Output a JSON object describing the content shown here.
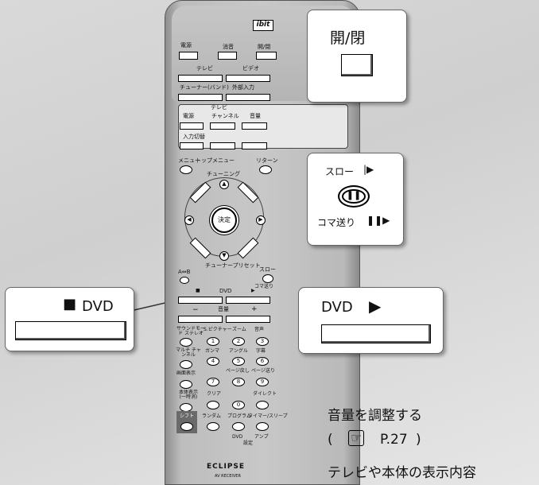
{
  "remote": {
    "brand": "ibit",
    "power_label": "電源",
    "mute_label": "消音",
    "openclose_label": "開/閉",
    "tv_label": "テレビ",
    "video_label": "ビデオ",
    "tuner_label": "チューナー(バンド)",
    "external_label": "外部入力",
    "tv_section_label": "テレビ",
    "tv_power_label": "電源",
    "tv_channel_label": "チャンネル",
    "tv_volume_label": "音量",
    "tv_input_label": "入力切替",
    "menu_label": "メニュー",
    "topmenu_label": "トップメニュー",
    "return_label": "リターン",
    "tuning_label": "チューニング",
    "enter_label": "決定",
    "tuner_preset_label": "チューナープリセット",
    "ab_label": "A⇔B",
    "slow_small_label": "スロー",
    "frame_small_label": "コマ送り",
    "dvd_label": "DVD",
    "volume_label": "音量",
    "surround_label": "サウンドモード ステレオ",
    "spicture_label": "S.ピクチャー",
    "zoom_label": "ズーム",
    "audio_label": "音声",
    "multi_label": "マルチ チャンネル",
    "gamma_label": "ガンマ",
    "angle_label": "アングル",
    "subtitle_label": "字幕",
    "display_label": "画面表示",
    "pageback_label": "ページ戻し",
    "pagefwd_label": "ページ送り",
    "mainunit_label": "本体表示 (一時消)",
    "clear_label": "クリア",
    "direct_label": "ダイレクト",
    "shift_label": "シフト",
    "random_label": "ランダム",
    "program_label": "プログラム",
    "timer_label": "タイマー/スリープ",
    "dvd_setting_label": "DVD",
    "amp_label": "アンプ",
    "setting_label": "設定",
    "numbers": [
      "1",
      "2",
      "3",
      "4",
      "5",
      "6",
      "7",
      "8",
      "9",
      "0"
    ],
    "logo": "ECLIPSE",
    "model": "AV RECEIVER"
  },
  "callouts": {
    "open_close": "開/閉",
    "slow": "スロー",
    "frame_advance": "コマ送り",
    "stop_dvd": "DVD",
    "play_dvd": "DVD"
  },
  "right_text": {
    "volume_adjust": "音量を調整する",
    "page_ref": "P.27",
    "tv_display": "テレビや本体の表示内容"
  }
}
